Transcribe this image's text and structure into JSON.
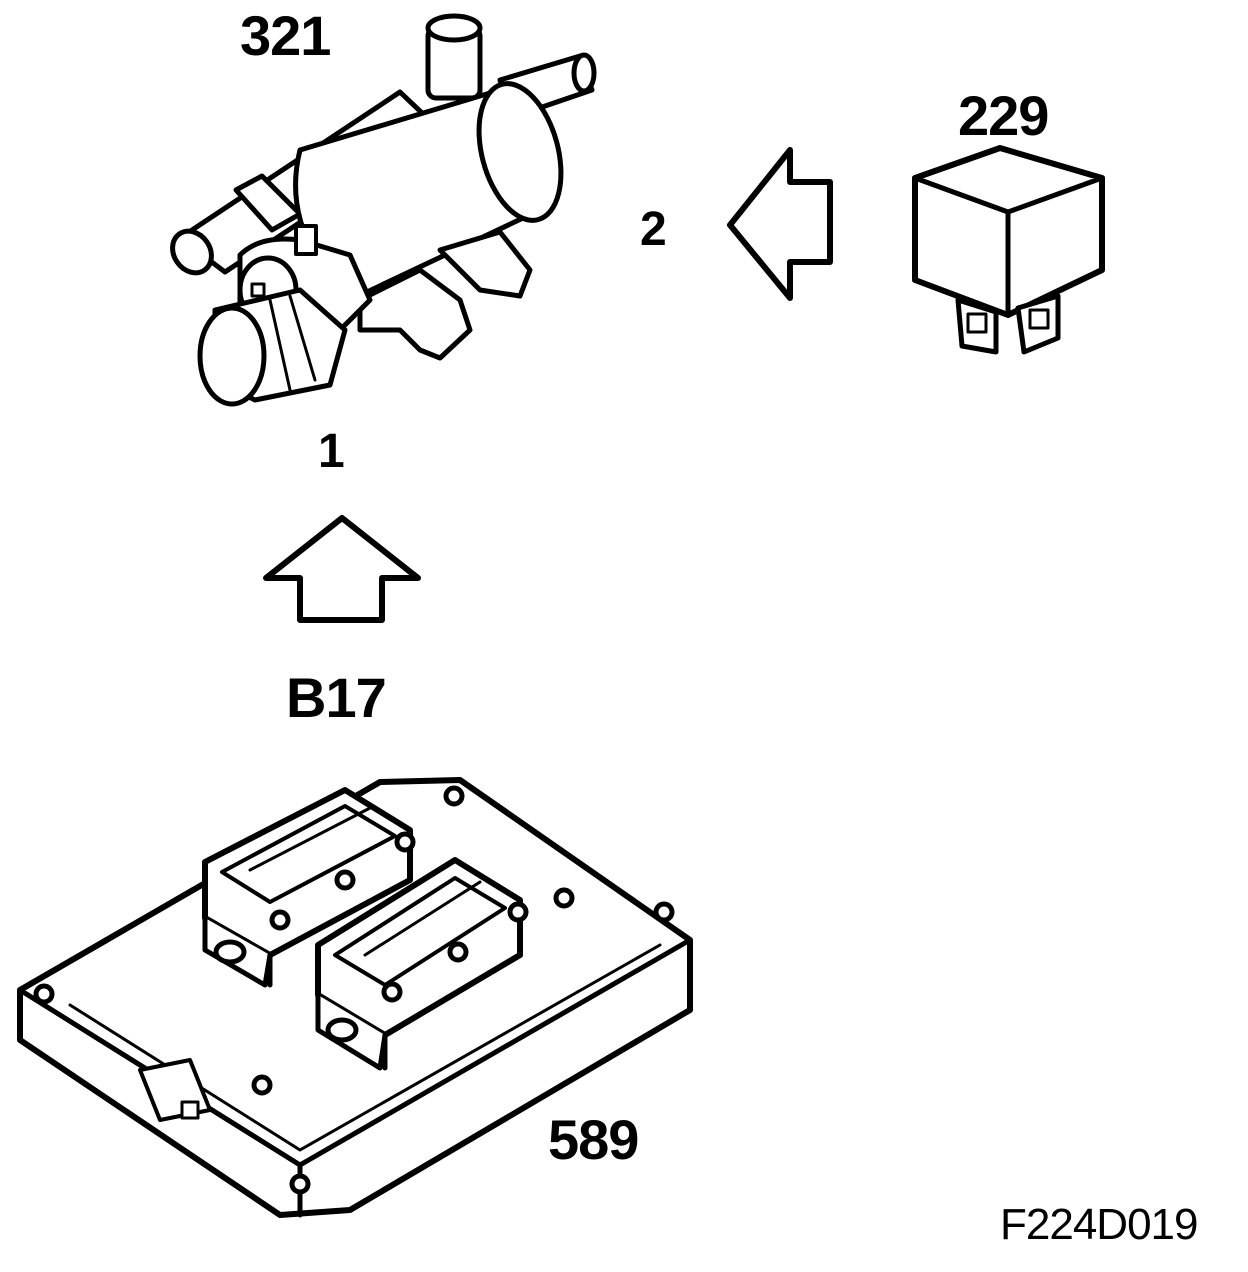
{
  "labels": {
    "part_valve": "321",
    "part_relay": "229",
    "part_ecu": "589",
    "step_1": "1",
    "step_2": "2",
    "connector": "B17",
    "figure_id": "F224D019"
  },
  "components": {
    "valve": "purge-valve-icon",
    "relay": "relay-icon",
    "ecu": "control-module-icon",
    "arrow_up": "arrow-up-icon",
    "arrow_left": "arrow-left-icon"
  },
  "colors": {
    "line": "#000000",
    "background": "#ffffff"
  }
}
